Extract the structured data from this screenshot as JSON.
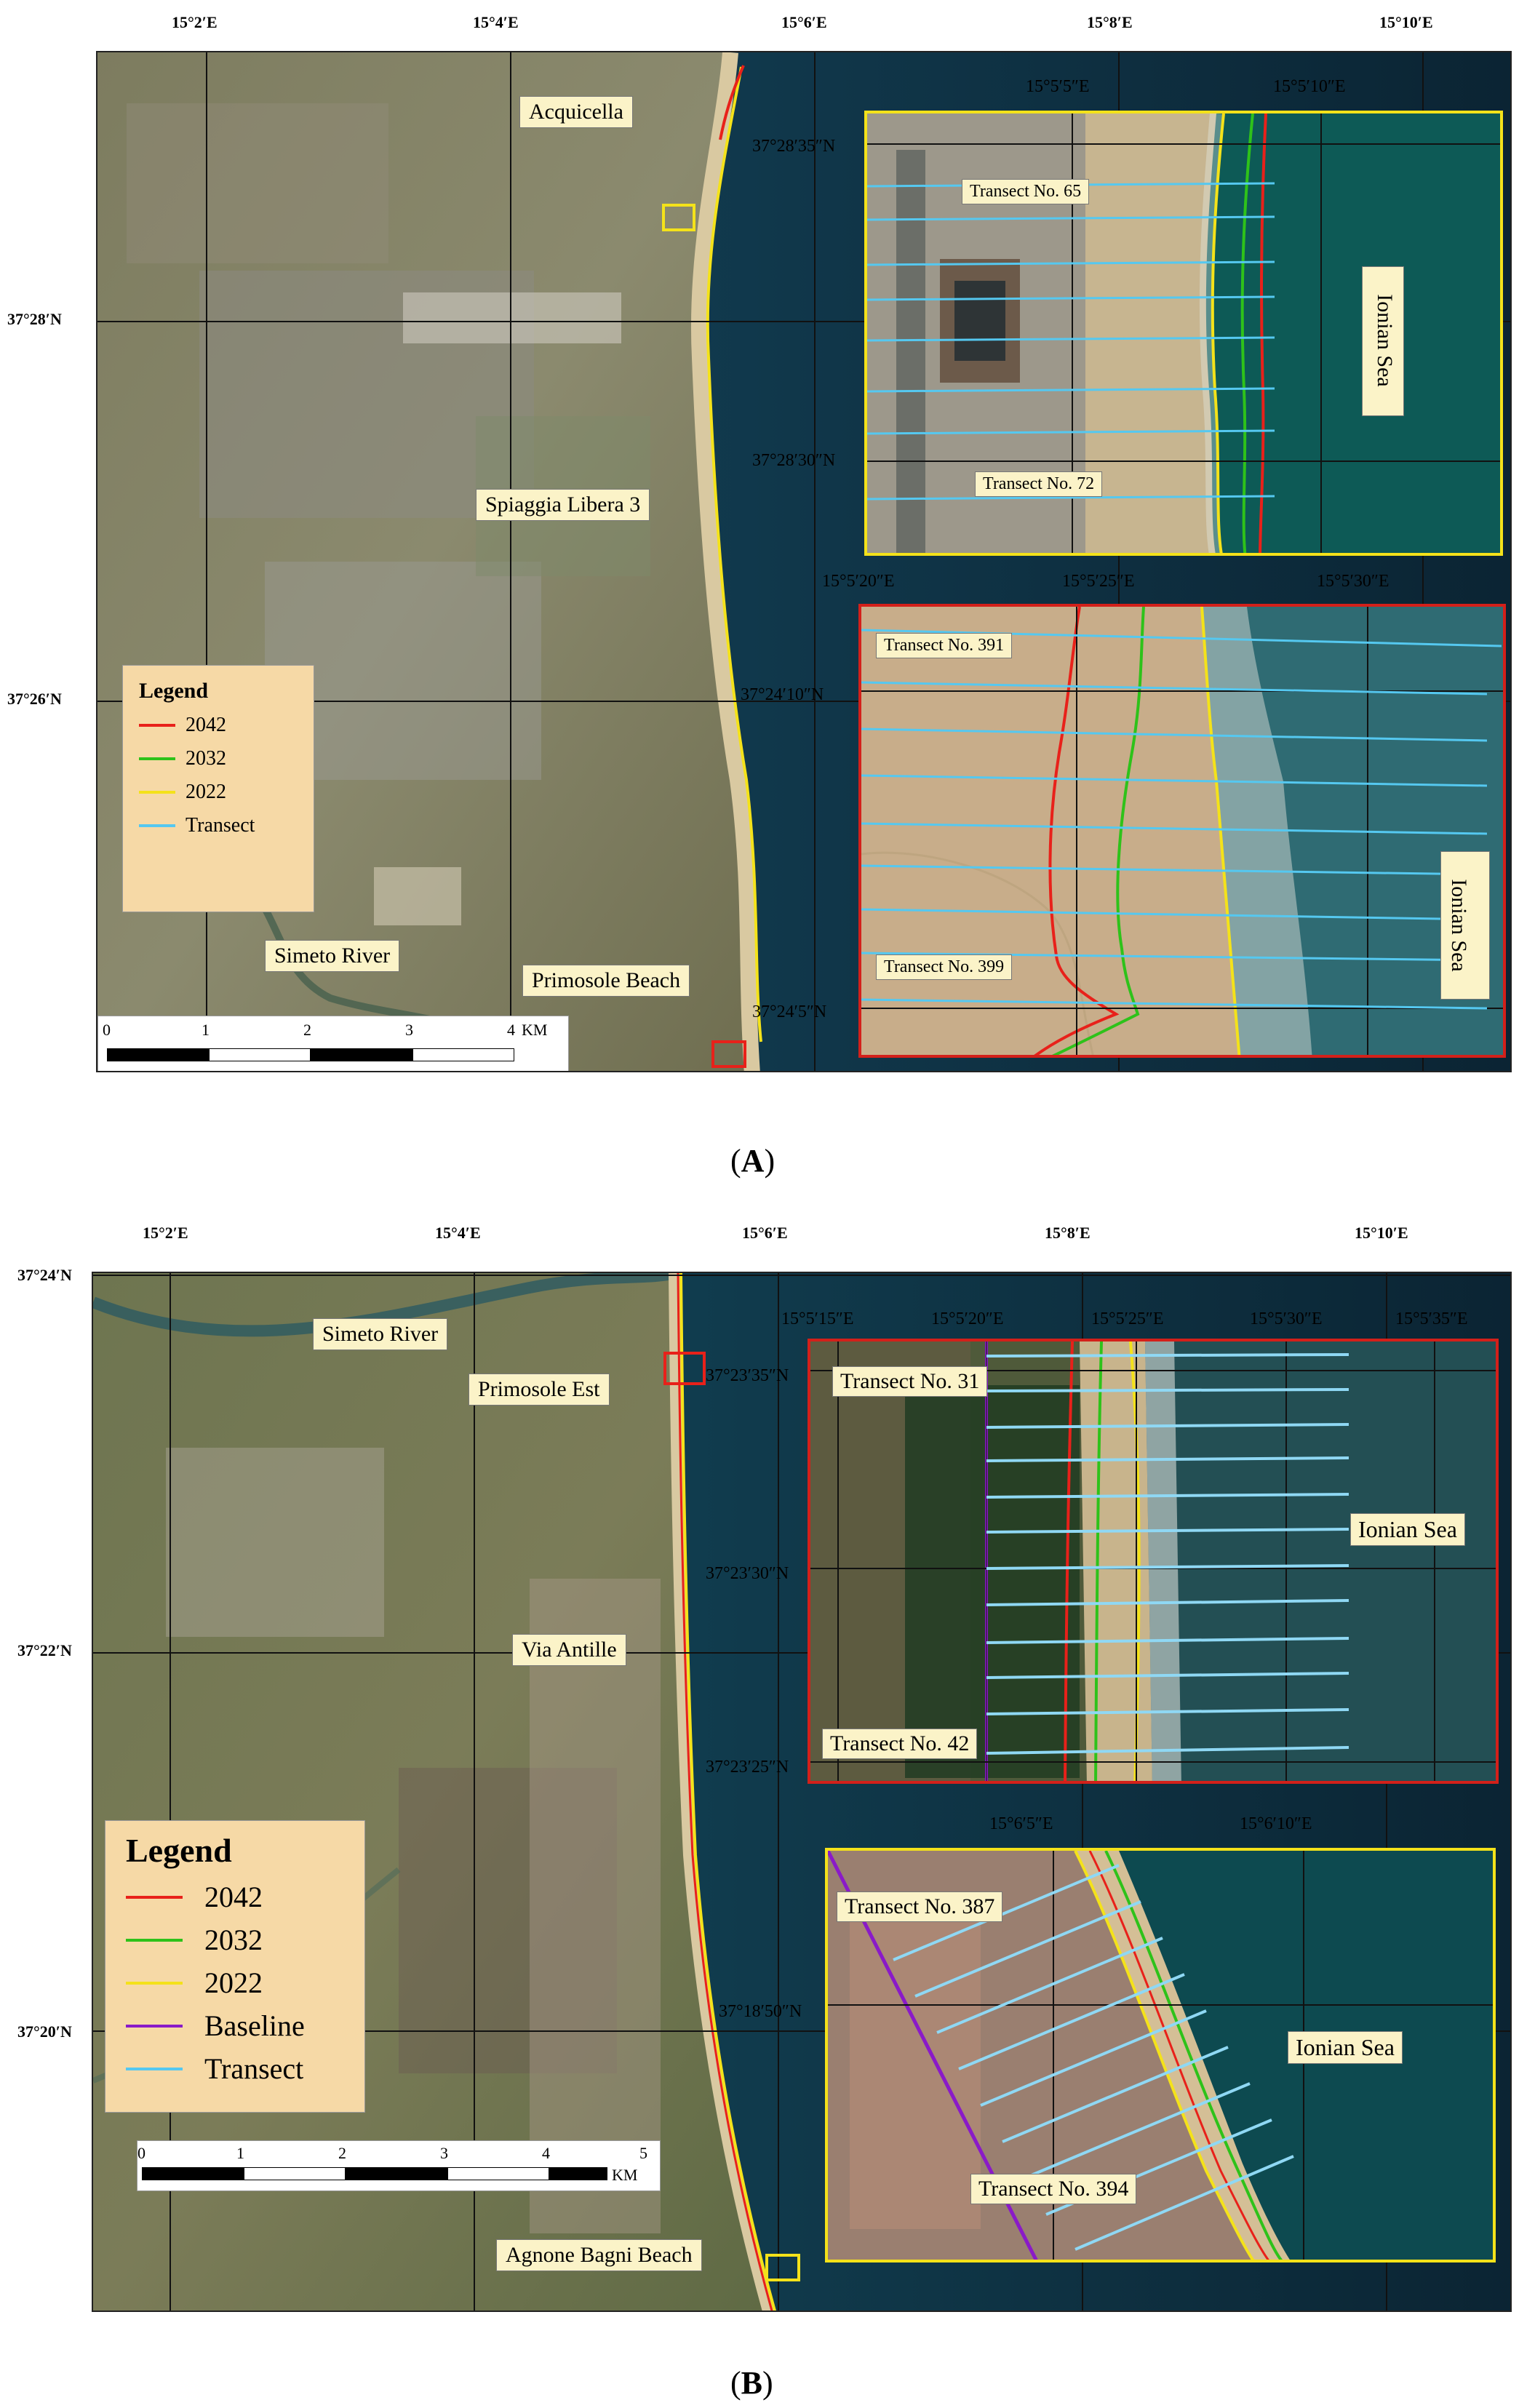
{
  "panelA": {
    "caption_letter": "A",
    "top_lon": [
      "15°2′E",
      "15°4′E",
      "15°6′E",
      "15°8′E",
      "15°10′E"
    ],
    "left_lat": [
      "37°28′N",
      "37°26′N"
    ],
    "places": {
      "acquicella": "Acquicella",
      "spiaggia": "Spiaggia Libera 3",
      "simeto": "Simeto River",
      "primosole": "Primosole Beach"
    },
    "legend": {
      "title": "Legend",
      "items": [
        {
          "label": "2042",
          "color": "#e8211a"
        },
        {
          "label": "2032",
          "color": "#2ec21a"
        },
        {
          "label": "2022",
          "color": "#f4e21a"
        },
        {
          "label": "Transect",
          "color": "#55c8f0"
        }
      ]
    },
    "scale": {
      "ticks": [
        "0",
        "1",
        "2",
        "3",
        "4"
      ],
      "unit": "KM"
    },
    "inset1": {
      "lon": [
        "15°5′5″E",
        "15°5′10″E"
      ],
      "lat": [
        "37°28′35″N",
        "37°28′30″N"
      ],
      "tag_top": "Transect No. 65",
      "tag_bottom": "Transect No. 72",
      "sea": "Ionian Sea"
    },
    "inset2": {
      "lon": [
        "15°5′20″E",
        "15°5′25″E",
        "15°5′30″E"
      ],
      "lat": [
        "37°24′10″N",
        "37°24′5″N"
      ],
      "tag_top": "Transect No. 391",
      "tag_bottom": "Transect No. 399",
      "sea": "Ionian Sea"
    }
  },
  "panelB": {
    "caption_letter": "B",
    "top_lon": [
      "15°2′E",
      "15°4′E",
      "15°6′E",
      "15°8′E",
      "15°10′E"
    ],
    "left_lat": [
      "37°24′N",
      "37°22′N",
      "37°20′N"
    ],
    "places": {
      "simeto": "Simeto River",
      "primosole_est": "Primosole Est",
      "via_antille": "Via Antille",
      "agnone": "Agnone Bagni Beach"
    },
    "legend": {
      "title": "Legend",
      "items": [
        {
          "label": "2042",
          "color": "#e8211a"
        },
        {
          "label": "2032",
          "color": "#2ec21a"
        },
        {
          "label": "2022",
          "color": "#f4e21a"
        },
        {
          "label": "Baseline",
          "color": "#8a1ac8"
        },
        {
          "label": "Transect",
          "color": "#55c8f0"
        }
      ]
    },
    "scale": {
      "ticks": [
        "0",
        "1",
        "2",
        "3",
        "4",
        "5"
      ],
      "unit": "KM"
    },
    "inset1": {
      "lon": [
        "15°5′15″E",
        "15°5′20″E",
        "15°5′25″E",
        "15°5′30″E",
        "15°5′35″E"
      ],
      "lat": [
        "37°23′35″N",
        "37°23′30″N",
        "37°23′25″N"
      ],
      "tag_top": "Transect No. 31",
      "tag_bottom": "Transect No. 42",
      "sea": "Ionian Sea"
    },
    "inset2": {
      "lon": [
        "15°6′5″E",
        "15°6′10″E"
      ],
      "lat": [
        "37°18′50″N"
      ],
      "tag_top": "Transect No. 387",
      "tag_bottom": "Transect No. 394",
      "sea": "Ionian Sea"
    }
  }
}
